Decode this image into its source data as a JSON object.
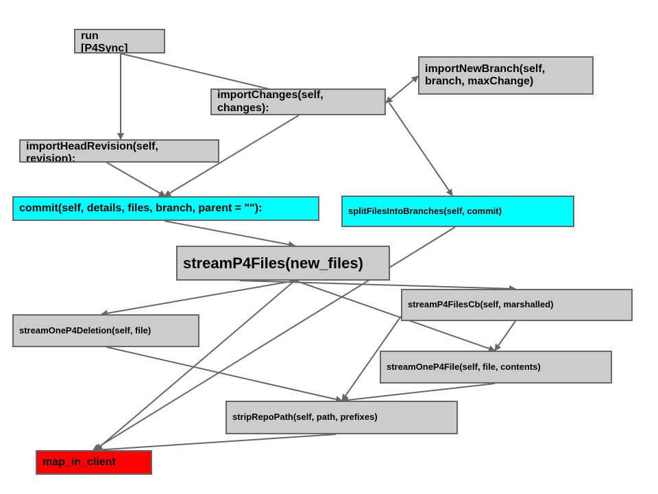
{
  "colors": {
    "node_default": "#cccccc",
    "node_highlight": "#00ffff",
    "node_alert": "#ff0000",
    "border": "#666666",
    "edge": "#666666"
  },
  "nodes": {
    "run": "run\n[P4Sync]",
    "import_changes": "importChanges(self,\nchanges):",
    "import_new_branch": "importNewBranch(self,\nbranch, maxChange)",
    "import_head_revision": "importHeadRevision(self,\nrevision):",
    "commit": "commit(self, details, files, branch, parent = \"\"):",
    "split_files_into_branches": "splitFilesIntoBranches(self, commit)",
    "stream_p4_files": "streamP4Files(new_files)",
    "stream_p4_files_cb": "streamP4FilesCb(self, marshalled)",
    "stream_one_p4_deletion": "streamOneP4Deletion(self, file)",
    "stream_one_p4_file": "streamOneP4File(self, file, contents)",
    "strip_repo_path": "stripRepoPath(self, path, prefixes)",
    "map_in_client": "map_in_client"
  },
  "edges": [
    {
      "from": "run",
      "to": "import_head_revision"
    },
    {
      "from": "run",
      "to": "import_changes"
    },
    {
      "from": "import_changes",
      "to": "import_new_branch",
      "bidirectional": true
    },
    {
      "from": "import_changes",
      "to": "commit"
    },
    {
      "from": "import_head_revision",
      "to": "commit"
    },
    {
      "from": "import_changes",
      "to": "split_files_into_branches"
    },
    {
      "from": "commit",
      "to": "stream_p4_files"
    },
    {
      "from": "stream_p4_files",
      "to": "stream_p4_files_cb"
    },
    {
      "from": "stream_p4_files",
      "to": "stream_one_p4_deletion"
    },
    {
      "from": "stream_p4_files",
      "to": "stream_one_p4_file"
    },
    {
      "from": "stream_p4_files",
      "to": "map_in_client"
    },
    {
      "from": "stream_p4_files_cb",
      "to": "stream_one_p4_file"
    },
    {
      "from": "stream_p4_files_cb",
      "to": "strip_repo_path"
    },
    {
      "from": "stream_one_p4_deletion",
      "to": "strip_repo_path"
    },
    {
      "from": "stream_one_p4_file",
      "to": "strip_repo_path"
    },
    {
      "from": "split_files_into_branches",
      "to": "map_in_client"
    },
    {
      "from": "strip_repo_path",
      "to": "map_in_client"
    }
  ]
}
